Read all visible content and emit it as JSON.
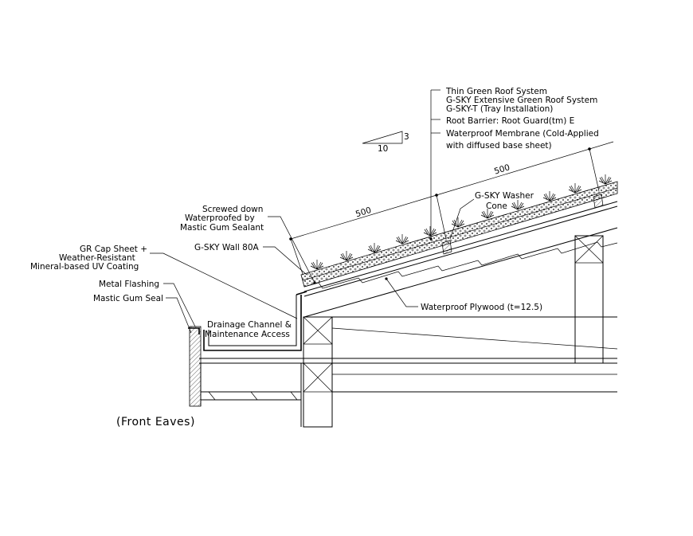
{
  "drawing": {
    "title": "(Front Eaves)",
    "slope": {
      "rise": "3",
      "run": "10"
    },
    "dimensions": {
      "lower": "500",
      "upper": "500"
    },
    "callouts": {
      "system_1": "Thin Green Roof System",
      "system_2": "G-SKY Extensive Green Roof System",
      "system_3": "G-SKY-T (Tray Installation)",
      "root_barrier": "Root Barrier: Root Guard(tm) E",
      "membrane_1": "Waterproof Membrane (Cold-Applied",
      "membrane_2": "with diffused base sheet)",
      "screwed_1": "Screwed down",
      "screwed_2": "Waterproofed by",
      "screwed_3": "Mastic Gum Sealant",
      "washer_1": "G-SKY Washer",
      "washer_2": "Cone",
      "wall": "G-SKY Wall 80A",
      "cap_1": "GR Cap Sheet +",
      "cap_2": "Weather-Resistant",
      "cap_3": "Mineral-based UV Coating",
      "flashing": "Metal Flashing",
      "mastic": "Mastic Gum Seal",
      "drainage_1": "Drainage Channel &",
      "drainage_2": "Maintenance Access",
      "plywood": "Waterproof Plywood (t=12.5)"
    }
  }
}
